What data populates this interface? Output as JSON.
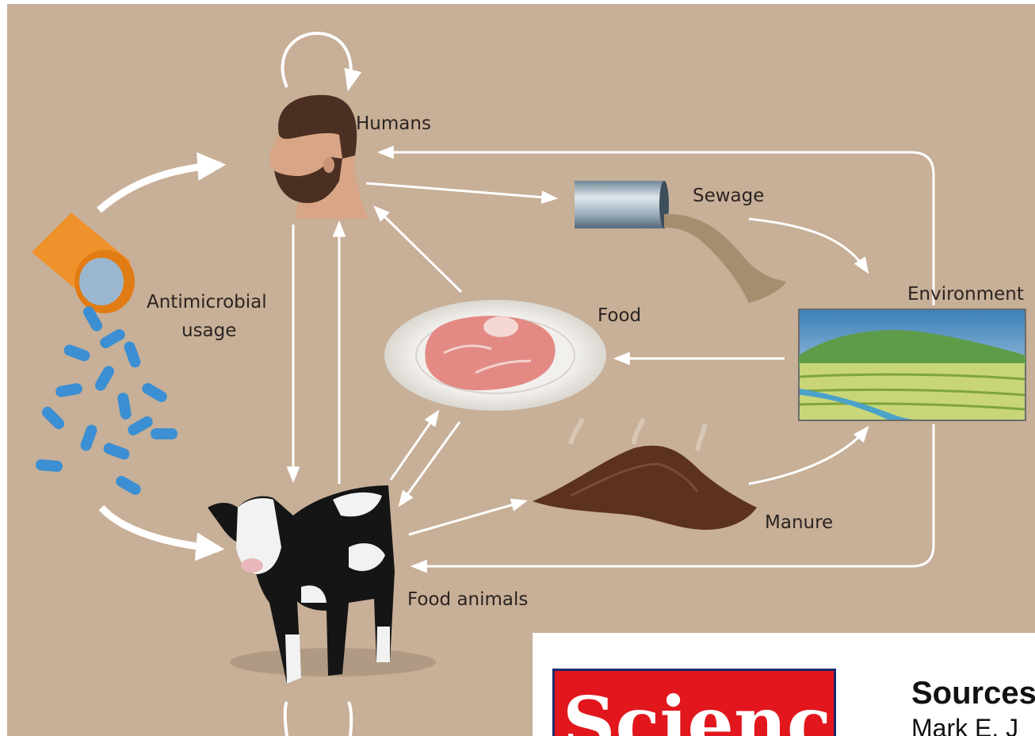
{
  "nodes": {
    "humans": "Humans",
    "sewage": "Sewage",
    "environment": "Environment",
    "antimicrobial_line1": "Antimicrobial",
    "antimicrobial_line2": "usage",
    "food": "Food",
    "manure": "Manure",
    "food_animals": "Food animals"
  },
  "footer": {
    "logo_text": "Science",
    "title_fragment": "Sources o",
    "author_fragment": "Mark E. J"
  },
  "colors": {
    "background": "#c7af98",
    "arrows": "#ffffff",
    "logo_red": "#e2161d"
  }
}
